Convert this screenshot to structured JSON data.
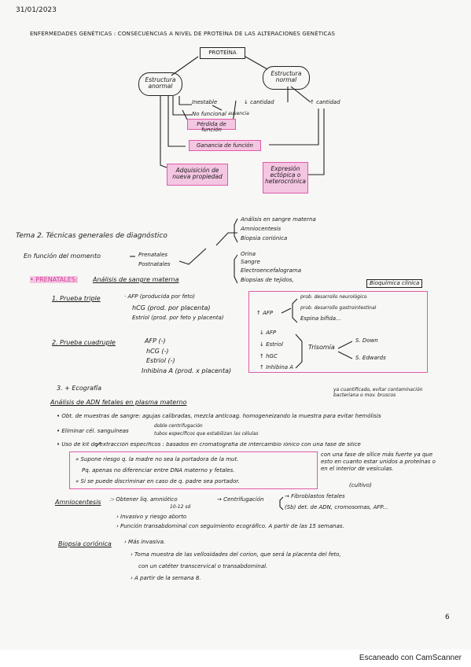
{
  "page": {
    "date": "31/01/2023",
    "title": "ENFERMEDADES GENÉTICAS : CONSECUENCIAS A NIVEL DE PROTEÍNA DE LAS ALTERACIONES GENÉTICAS",
    "page_number": "6"
  },
  "diagram": {
    "proteina": "PROTEÍNA",
    "estructura_anormal": "Estructura anormal",
    "estructura_normal": "Estructura normal",
    "inestable": "Inestable",
    "no_funcional": "No funcional",
    "cantidad_down": "↓ cantidad",
    "cantidad_up": "↑ cantidad",
    "ausencia": "ausencia",
    "perdida": "Pérdida de función",
    "ganancia": "Ganancia de función",
    "adquisicion": "Adquisición de nueva propiedad",
    "expresion": "Expresión ectópica o heterocrónica"
  },
  "tema": {
    "title": "Tema 2. Técnicas generales de diagnóstico",
    "en_funcion": "En función del momento",
    "prenatales": "Prenatales",
    "postnatales": "Postnatales",
    "pre_items": [
      "Análisis en sangre materna",
      "Amniocentesis",
      "Biopsia coriónica"
    ],
    "post_items": [
      "Orina",
      "Sangre",
      "Electroencefalograma",
      "Biopsias de tejidos,"
    ]
  },
  "prenatales": {
    "heading": "• PRENATALES:",
    "subtitle": "Análisis de sangre materna",
    "bioquimica": "Bioquímica clínica",
    "prueba_triple": "1. Prueba triple",
    "triple_items": [
      "· AFP (producida por feto)",
      "hCG (prod. por placenta)",
      "Estriol (prod. por feto y placenta)"
    ],
    "afp_up": "↑ AFP",
    "afp_results": [
      "prob. desarrollo neurológico",
      "prob. desarrollo gastrointestinal",
      "Espina bífida..."
    ],
    "prueba_cuadruple": "2. Prueba cuadruple",
    "cuad_items": [
      "AFP (-)",
      "hCG (-)",
      "Estriol (-)",
      "Inhibina A (prod. x placenta)"
    ],
    "trisomia_markers": [
      "↓ AFP",
      "↓ Estriol",
      "↑ hGC",
      "↑ Inhibina A"
    ],
    "trisomia": "Trisomía",
    "sindromes": [
      "S. Down",
      "S. Edwards"
    ],
    "ecografia": "3. + Ecografía"
  },
  "adn": {
    "heading": "Análisis de ADN fetales en plasma materno",
    "side_note": "ya cuantificado, evitar contaminación bacteriana o mov. bruscos",
    "lines": [
      "• Obt. de muestras de sangre: agujas calibradas, mezcla anticoag. homogeneizando la muestra para evitar hemólisis",
      "• Eliminar cél. sanguíneas",
      "• Uso de kit de extracción específicos : basados en cromatografía de intercambio iónico con una fase de sílice",
      "doble centrifugación",
      "tubos específicos que estabilizan las células",
      "con una fase de sílice más fuerte ya que esto en cuanto estar unidos a proteínas o en el interior de vesículas."
    ],
    "pink_box": [
      "» Supone riesgo q. la madre no sea la portadora de la mut.",
      "Pq. apenas no diferenciar entre DNA materno y fetales.",
      "» Si se puede discriminar en caso de q. padre sea portador."
    ]
  },
  "amnio": {
    "heading": "Amniocentesis",
    "obtencion": ":› Obtener liq. amniótico",
    "semanas": "10-12 sd",
    "centrifugacion": "→ Centrifugación",
    "fibroblastos": "→ Fibroblastos fetales",
    "cultivo": "(cultivo)",
    "sb": "(Sb) det. de ADN, cromosomas, AFP...",
    "items": [
      "› Invasivo y riesgo aborto",
      "› Punción transabdominal con seguimiento ecográfico. A partir de las 15 semanas."
    ]
  },
  "biopsia": {
    "heading": "Biopsia coriónica",
    "items": [
      "› Más invasiva.",
      "› Toma muestra de las vellosidades del corion, que será la placenta del feto,",
      "con un catéter transcervical o transabdominal.",
      "› A partir de la semana 8."
    ]
  },
  "footer": {
    "scanner": "Escaneado con CamScanner"
  },
  "colors": {
    "highlight": "#f4c6e2",
    "accent_pink": "#e05aa8",
    "ink": "#1a1a1a"
  }
}
